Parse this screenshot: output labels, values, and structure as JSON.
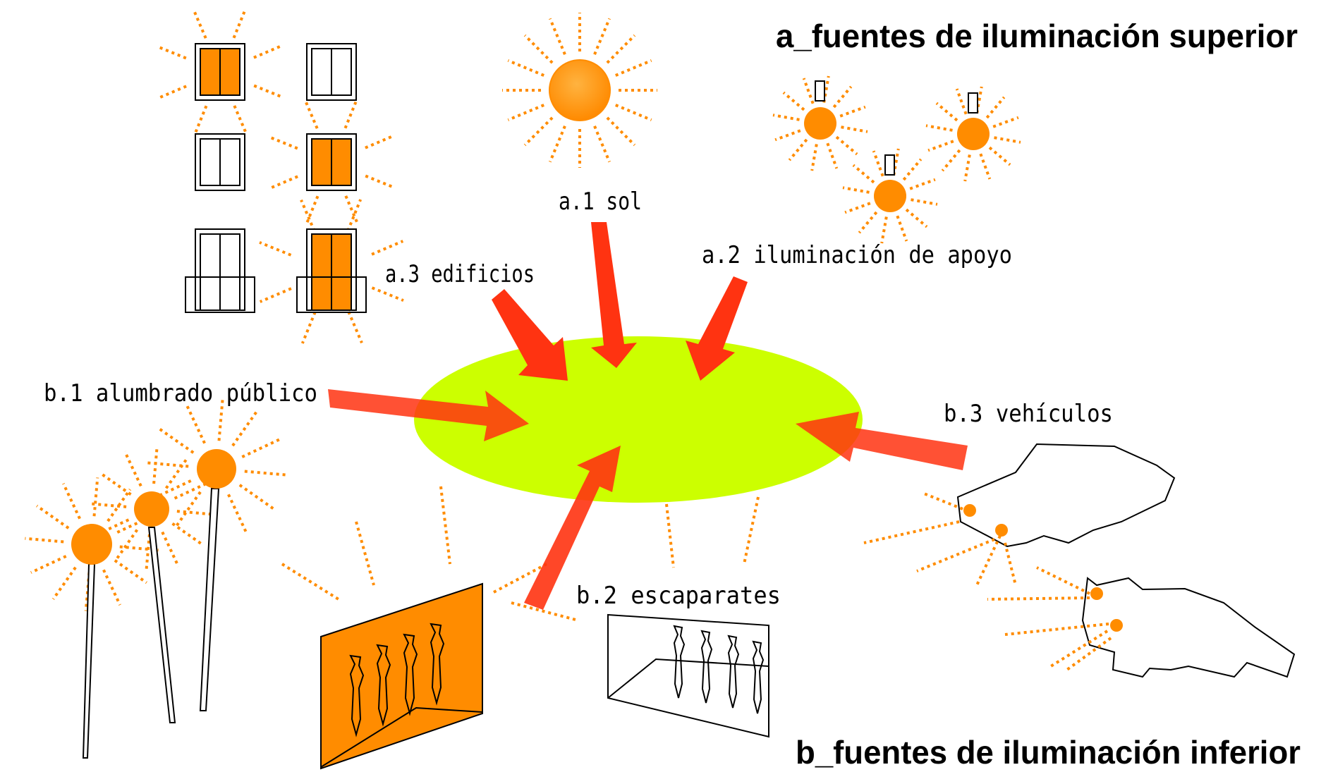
{
  "titles": {
    "top": "a_fuentes de iluminación superior",
    "bottom": "b_fuentes de iluminación inferior"
  },
  "labels": {
    "a1": "a.1 sol",
    "a2": "a.2 iluminación de apoyo",
    "a3": "a.3 edificios",
    "b1": "b.1 alumbrado público",
    "b2": "b.2 escaparates",
    "b3": "b.3 vehículos"
  },
  "colors": {
    "orange": "#ff8c00",
    "arrow": "#ff3311",
    "ellipse": "#ccff00",
    "outline": "#000000"
  }
}
